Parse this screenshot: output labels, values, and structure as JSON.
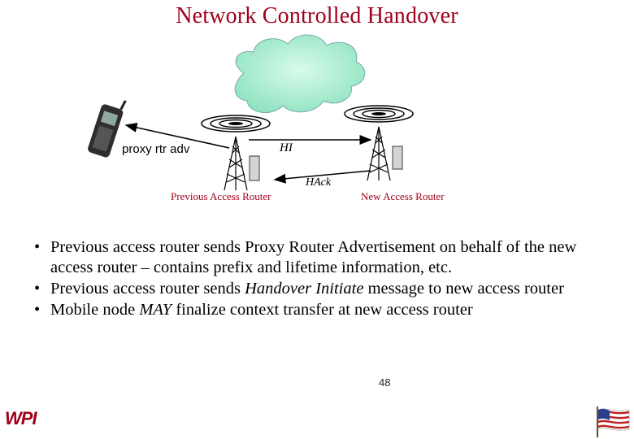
{
  "slide": {
    "title": "Network Controlled Handover",
    "page_number": "48",
    "logo": "WPI"
  },
  "diagram": {
    "msg_proxy": "proxy rtr adv",
    "msg_hi": "HI",
    "msg_hack": "HAck",
    "previous_router": "Previous Access Router",
    "new_router": "New Access Router"
  },
  "bullets": [
    {
      "dot": "•",
      "text": "Previous access router sends Proxy Router Advertisement on behalf of the new access router – contains prefix and lifetime information, etc."
    },
    {
      "dot": "•",
      "before": "Previous access router sends ",
      "emph": "Handover Initiate",
      "after": " message to new access router"
    },
    {
      "dot": "•",
      "before": "Mobile node ",
      "emph": "MAY",
      "after": " finalize context transfer at new access router"
    }
  ],
  "colors": {
    "title": "#a0001c",
    "cloud": "#9be8c8"
  }
}
